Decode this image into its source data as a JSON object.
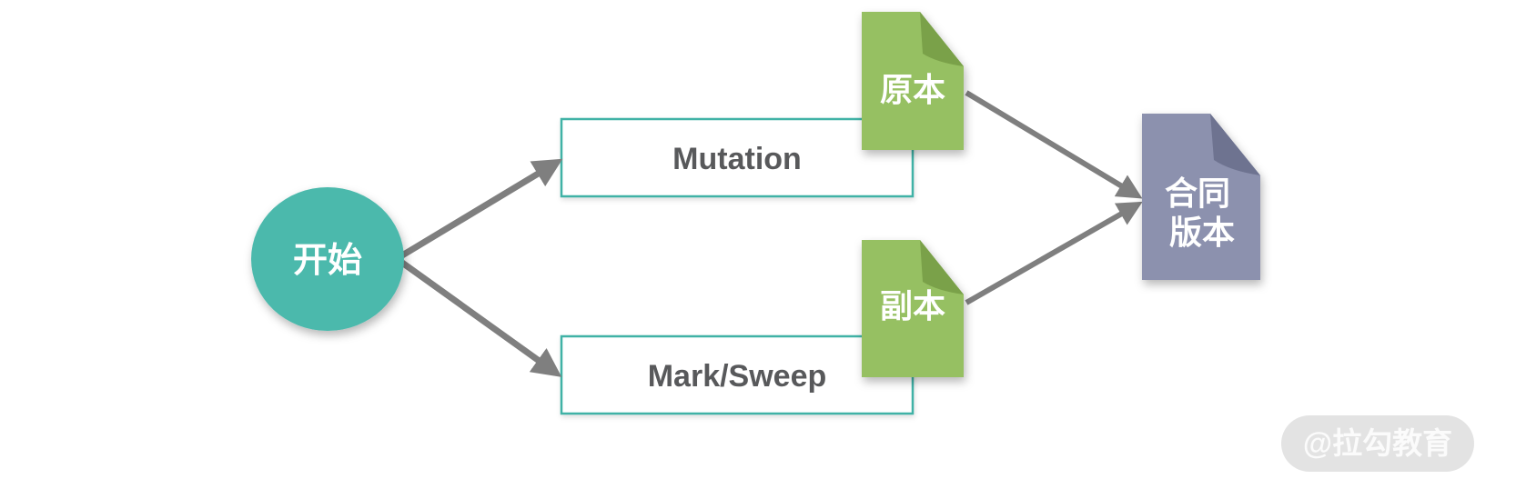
{
  "colors": {
    "start_node_fill": "#4BB9AC",
    "box_border": "#3FB2A6",
    "box_text": "#58595B",
    "doc_green": "#96C062",
    "doc_green_fold": "#7AA148",
    "doc_purple": "#8C91AE",
    "doc_purple_fold": "#6E7390",
    "arrow": "#7F7F7F",
    "watermark_bg": "#E3E3E3",
    "watermark_text": "#FBFBFB"
  },
  "diagram": {
    "start_node": {
      "label": "开始"
    },
    "process_boxes": [
      {
        "id": "mutation",
        "label": "Mutation"
      },
      {
        "id": "mark-sweep",
        "label": "Mark/Sweep"
      }
    ],
    "documents": [
      {
        "id": "original",
        "label": "原本"
      },
      {
        "id": "copy",
        "label": "副本"
      },
      {
        "id": "merged",
        "label": "合同版本",
        "lines": [
          "合同",
          "版本"
        ]
      }
    ],
    "connections": [
      {
        "from": "start",
        "to": "mutation"
      },
      {
        "from": "start",
        "to": "mark-sweep"
      },
      {
        "from": "original",
        "to": "merged"
      },
      {
        "from": "copy",
        "to": "merged"
      }
    ],
    "watermark": {
      "label": "@拉勾教育"
    }
  }
}
